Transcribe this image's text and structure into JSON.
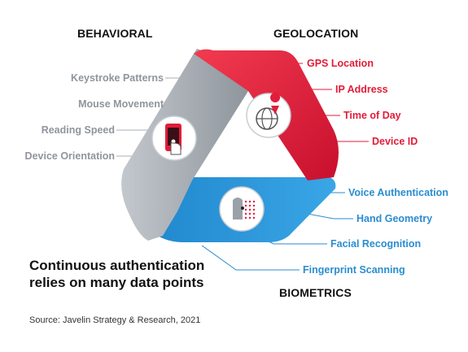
{
  "headings": {
    "behavioral": "BEHAVIORAL",
    "geolocation": "GEOLOCATION",
    "biometrics": "BIOMETRICS"
  },
  "behavioral_items": [
    "Keystroke Patterns",
    "Mouse Movement",
    "Reading Speed",
    "Device Orientation"
  ],
  "geolocation_items": [
    "GPS Location",
    "IP Address",
    "Time of Day",
    "Device ID"
  ],
  "biometrics_items": [
    "Voice Authentication",
    "Hand Geometry",
    "Facial Recognition",
    "Fingerprint Scanning"
  ],
  "caption": {
    "line1": "Continuous authentication",
    "line2": "relies on many data points"
  },
  "source": "Source: Javelin Strategy & Research, 2021",
  "icons": {
    "behavioral": "phone-touch-icon",
    "geolocation": "globe-pin-icon",
    "biometrics": "face-scan-icon"
  },
  "colors": {
    "behavioral": "#a9afb6",
    "geolocation": "#e21c39",
    "biometrics": "#2e97d8",
    "heading": "#111111"
  }
}
